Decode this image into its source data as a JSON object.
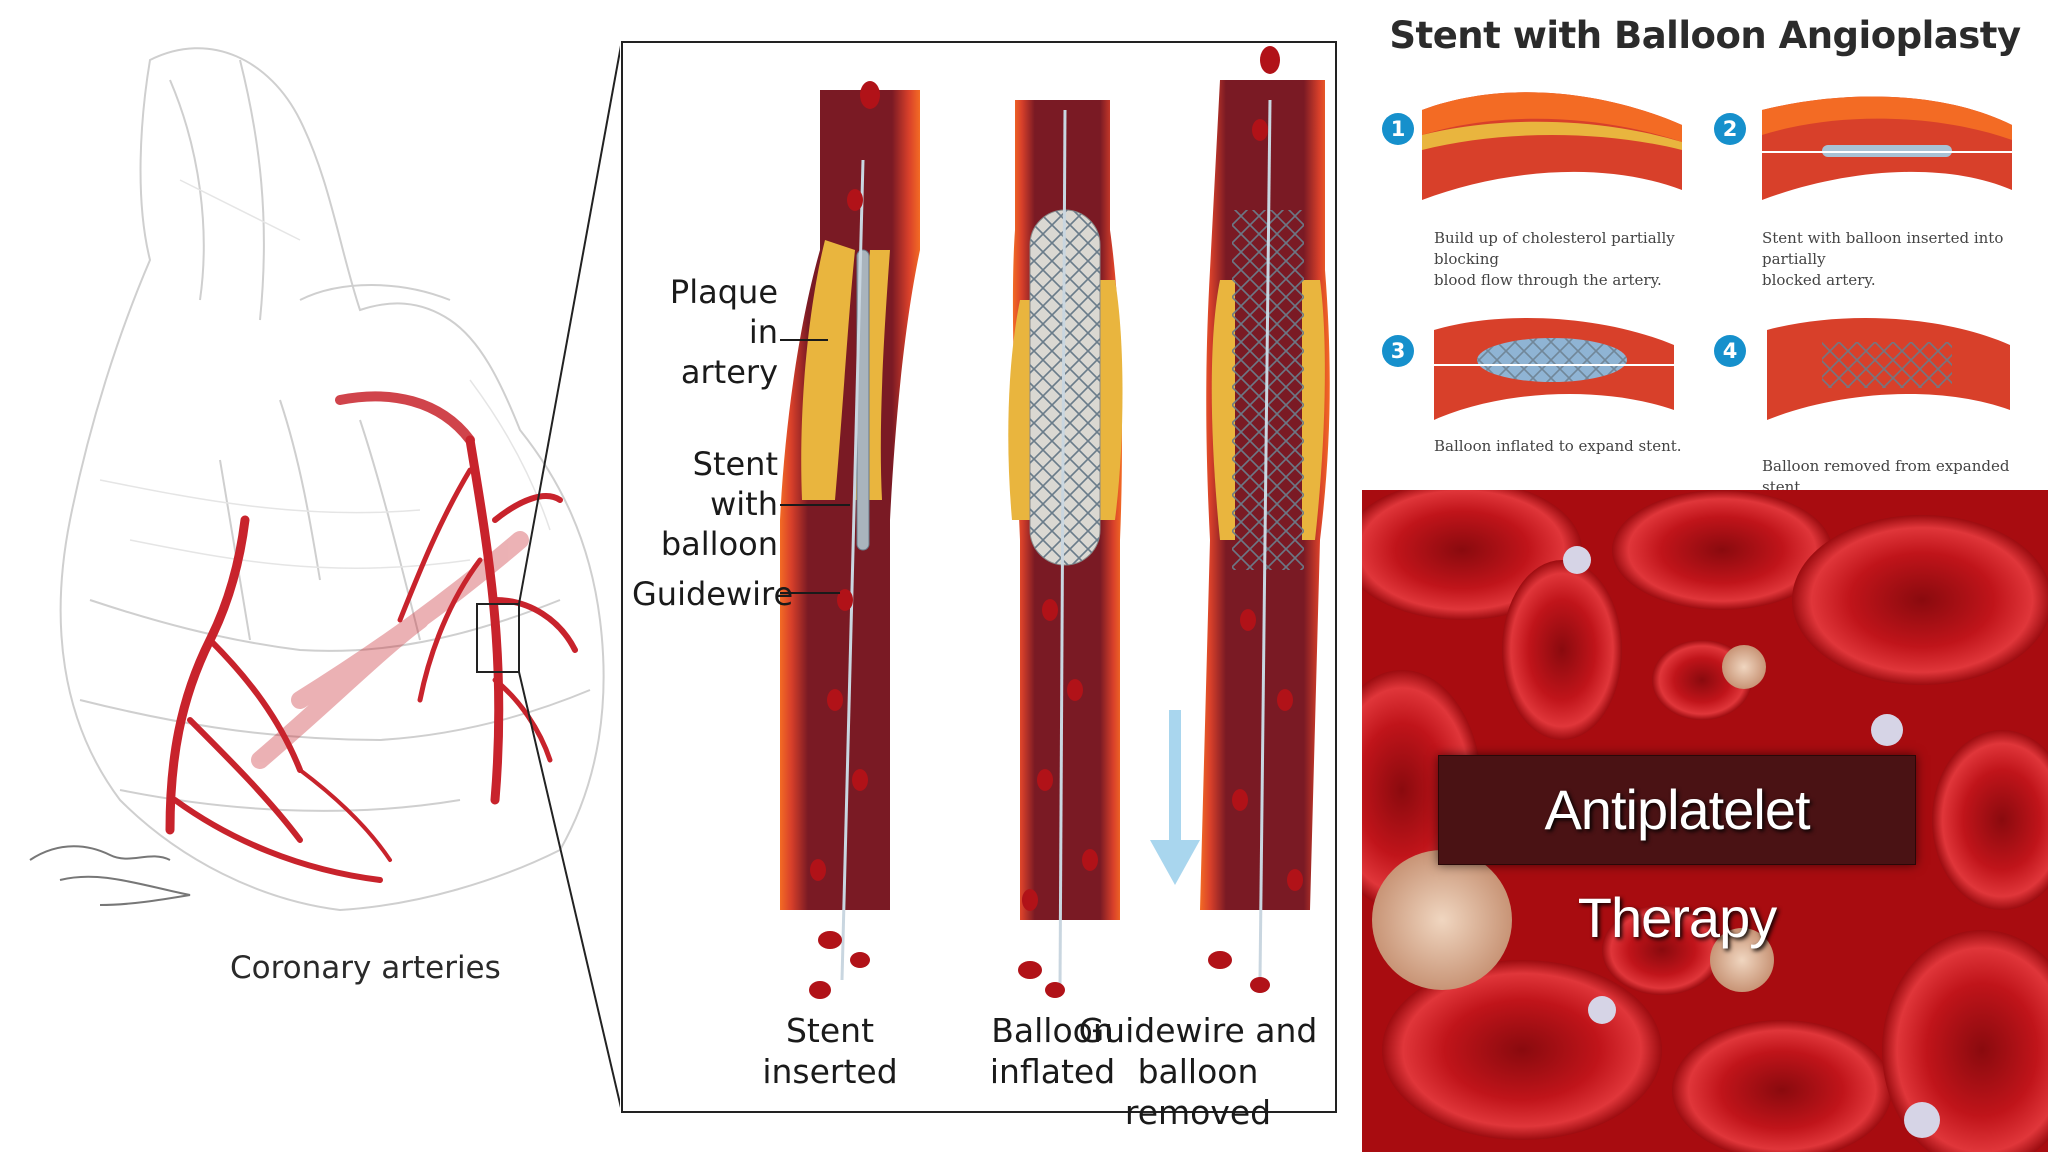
{
  "heart": {
    "caption": "Coronary arteries"
  },
  "stent": {
    "labels": {
      "plaque": "Plaque in\nartery",
      "stent_balloon": "Stent with\nballoon",
      "guidewire": "Guidewire"
    },
    "captions": [
      "Stent\ninserted",
      "Balloon\ninflated",
      "Guidewire and\nballoon removed"
    ]
  },
  "steps": {
    "title": "Stent with Balloon Angioplasty",
    "items": [
      {
        "num": "1",
        "caption": "Build up of cholesterol partially blocking\nblood flow through the artery."
      },
      {
        "num": "2",
        "caption": "Stent with balloon inserted into partially\nblocked artery."
      },
      {
        "num": "3",
        "caption": "Balloon inflated to expand stent."
      },
      {
        "num": "4",
        "caption": "Balloon removed from expanded stent."
      }
    ]
  },
  "therapy": {
    "title": "Antiplatelet Therapy"
  },
  "colors": {
    "artery": "#c8232c",
    "blood": "#b11218",
    "plaque": "#e9b53e",
    "step_badge": "#1690cc",
    "banner": "#4a1214"
  }
}
